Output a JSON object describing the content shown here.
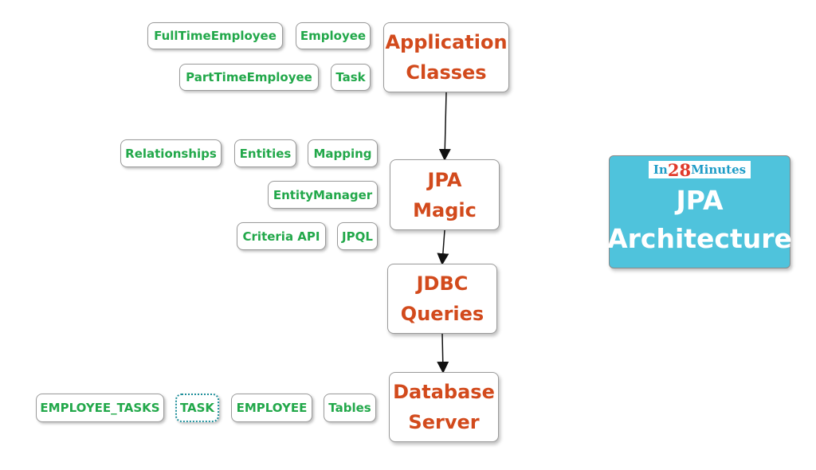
{
  "flow": {
    "application_classes": [
      "Application",
      "Classes"
    ],
    "jpa_magic": [
      "JPA",
      "Magic"
    ],
    "jdbc_queries": [
      "JDBC",
      "Queries"
    ],
    "database_server": [
      "Database",
      "Server"
    ]
  },
  "application_tags": [
    "FullTimeEmployee",
    "Employee",
    "PartTimeEmployee",
    "Task"
  ],
  "jpa_tags": [
    "Relationships",
    "Entities",
    "Mapping",
    "EntityManager",
    "Criteria API",
    "JPQL"
  ],
  "database_tags": [
    "EMPLOYEE_TASKS",
    "TASK",
    "EMPLOYEE",
    "Tables"
  ],
  "title_card": {
    "logo_prefix": "In",
    "logo_number": "28",
    "logo_suffix": "Minutes",
    "line1": "JPA",
    "line2": "Architecture"
  },
  "colors": {
    "node_text": "#d24a1c",
    "tag_text": "#22a84a",
    "title_background": "#4fc3dc"
  }
}
